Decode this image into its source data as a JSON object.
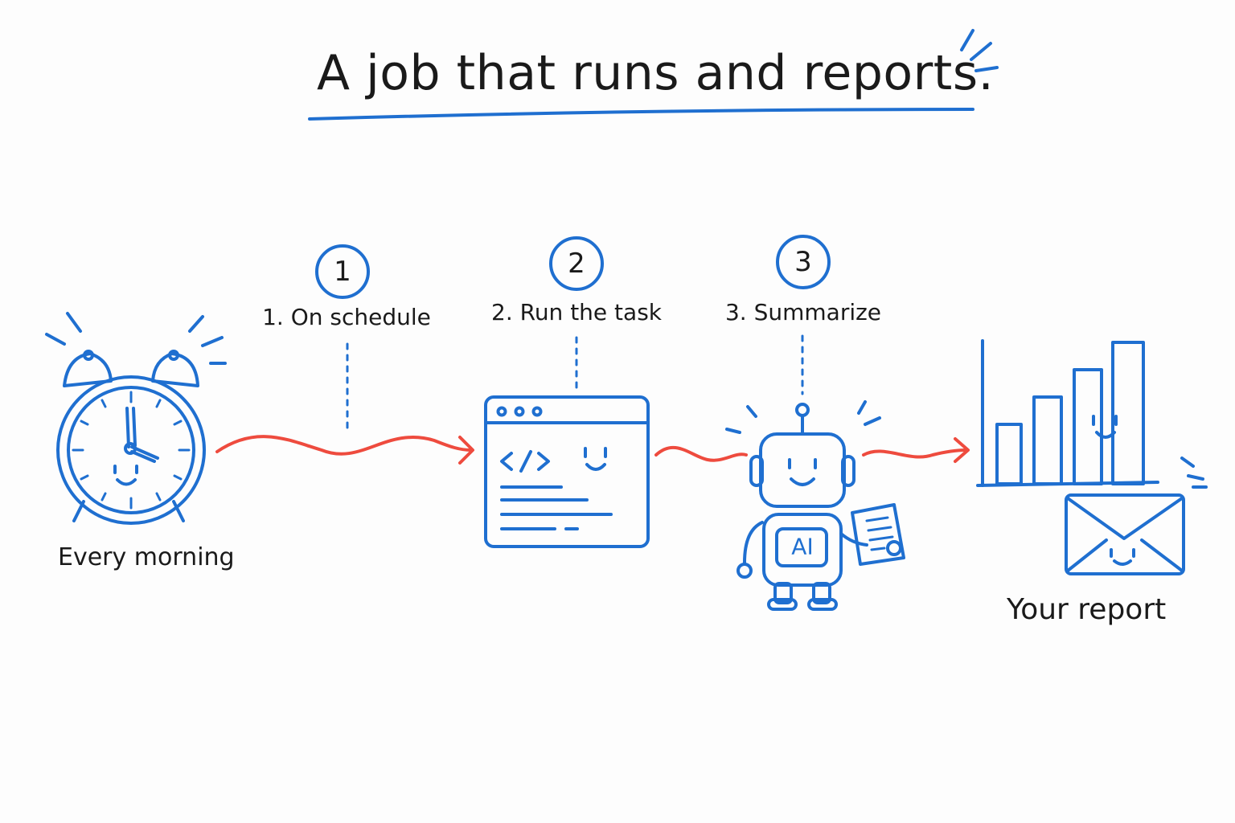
{
  "title": "A job that runs and reports.",
  "steps": [
    {
      "number": "1",
      "label": "1. On schedule"
    },
    {
      "number": "2",
      "label": "2. Run the task"
    },
    {
      "number": "3",
      "label": "3. Summarize"
    }
  ],
  "start": {
    "label": "Every morning"
  },
  "robot": {
    "badge": "AI"
  },
  "end": {
    "label": "Your report"
  },
  "colors": {
    "ink_blue": "#1f6fd0",
    "arrow_red": "#ee4b3e",
    "text": "#1a1a1a"
  },
  "icons": [
    "alarm-clock-icon",
    "code-window-icon",
    "ai-robot-icon",
    "bar-chart-icon",
    "envelope-icon"
  ]
}
